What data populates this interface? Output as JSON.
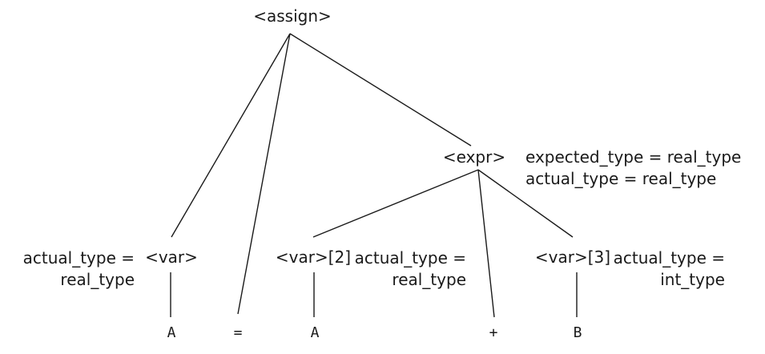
{
  "nodes": {
    "assign": "<assign>",
    "expr": "<expr>",
    "var": "<var>",
    "var2": "<var>[2]",
    "var3": "<var>[3]"
  },
  "attributes": {
    "expr_expected": "expected_type = real_type",
    "expr_actual": "actual_type = real_type",
    "var_actual_line1": "actual_type =",
    "var_actual_line2": "real_type",
    "var2_actual_line1": "actual_type =",
    "var2_actual_line2": "real_type",
    "var3_actual_line1": "actual_type =",
    "var3_actual_line2": "int_type"
  },
  "leaves": {
    "a1": "A",
    "eq": "=",
    "a2": "A",
    "plus": "+",
    "b": "B"
  }
}
